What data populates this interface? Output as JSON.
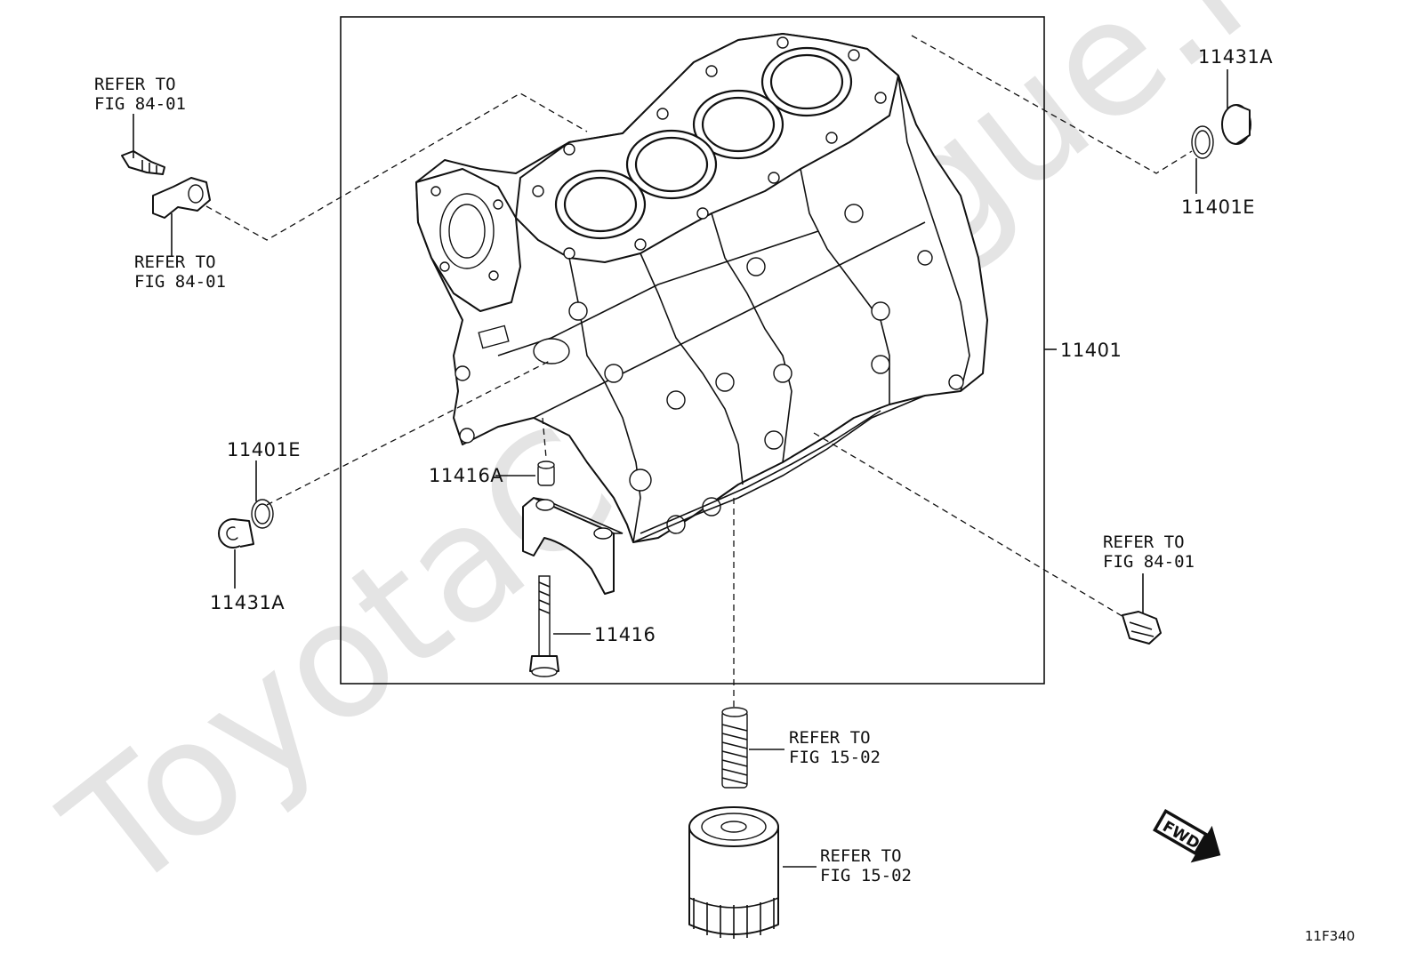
{
  "watermark": "ToyotaCatalogue.ru",
  "diagram_code": "11F340",
  "fwd_label": "FWD",
  "labels": {
    "top_left_refer": [
      "REFER TO",
      "FIG 84-01"
    ],
    "mid_left_refer": [
      "REFER TO",
      "FIG 84-01"
    ],
    "right_refer": [
      "REFER TO",
      "FIG 84-01"
    ],
    "stud_refer": [
      "REFER TO",
      "FIG 15-02"
    ],
    "filter_refer": [
      "REFER TO",
      "FIG 15-02"
    ]
  },
  "parts": {
    "block": "11401",
    "plug_top": "11431A",
    "gasket_top": "11401E",
    "gasket_left": "11401E",
    "plug_left": "11431A",
    "pin": "11416A",
    "bolt": "11416"
  }
}
